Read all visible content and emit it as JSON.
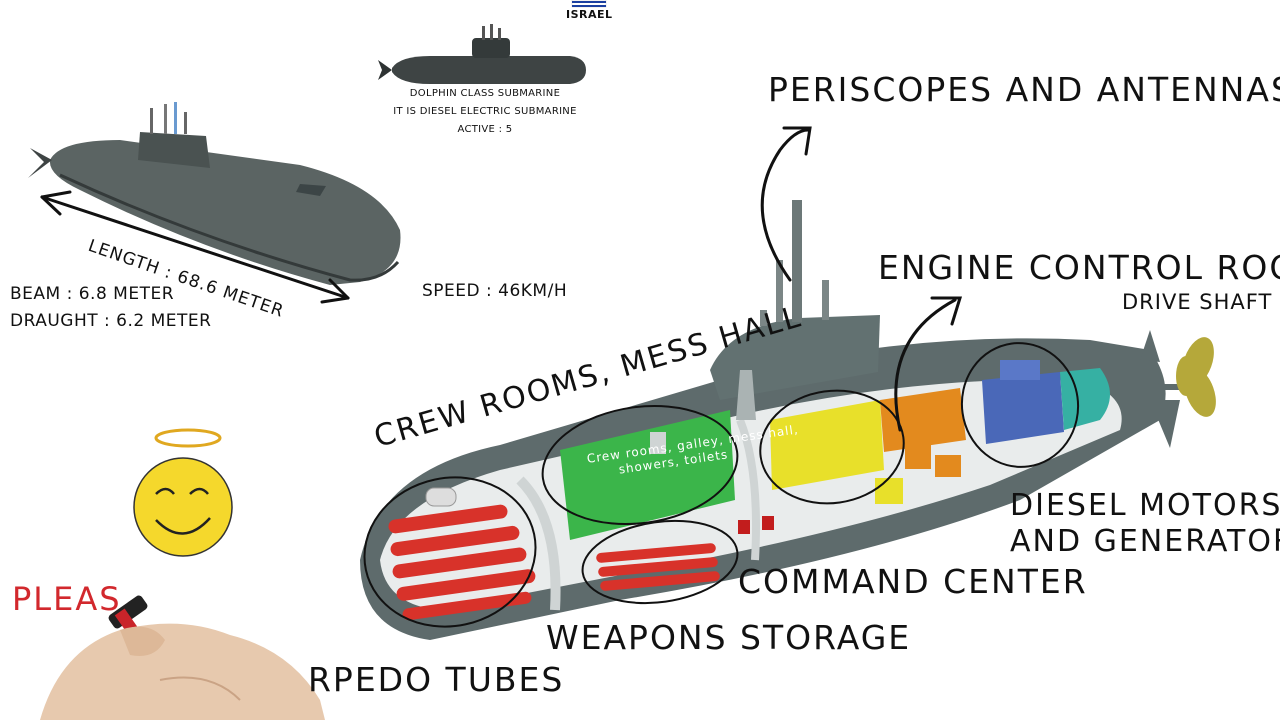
{
  "flag": {
    "country": "ISRAEL",
    "color": "#1b3fa0"
  },
  "info": {
    "class_line": "DOLPHIN CLASS SUBMARINE",
    "type_line": "IT IS DIESEL ELECTRIC SUBMARINE",
    "active_line": "ACTIVE : 5"
  },
  "specs": {
    "length": "LENGTH : 68.6 METER",
    "beam": "BEAM : 6.8 METER",
    "draught": "DRAUGHT : 6.2 METER",
    "speed": "SPEED : 46KM/H"
  },
  "labels": {
    "periscopes": "PERISCOPES AND ANTENNAS",
    "engine_control": "ENGINE CONTROL ROOM",
    "drive_shaft": "DRIVE SHAFT",
    "crew_rooms": "CREW ROOMS, MESS HALL",
    "diesel_line1": "DIESEL MOTORS",
    "diesel_line2": "AND GENERATORS",
    "command_center": "COMMAND CENTER",
    "weapons_storage": "WEAPONS STORAGE",
    "torpedo_tubes": "RPEDO TUBES",
    "inner_crew_1": "Crew rooms, galley, mess hall,",
    "inner_crew_2": "showers, toilets",
    "please": "PLEAS"
  },
  "colors": {
    "hull": "#5e6b6c",
    "hull_dark": "#3c4546",
    "torpedo": "#d8322a",
    "crew_green": "#3bb54a",
    "yellow": "#e8e02a",
    "orange": "#e38a1e",
    "blue": "#4a68b8",
    "teal": "#36b0a3",
    "propeller": "#b5a83a",
    "please_red": "#d2282d",
    "smiley": "#f5d82c"
  },
  "icons": [
    "smiley-halo-icon",
    "hand-marker-icon",
    "arrow-icon"
  ]
}
